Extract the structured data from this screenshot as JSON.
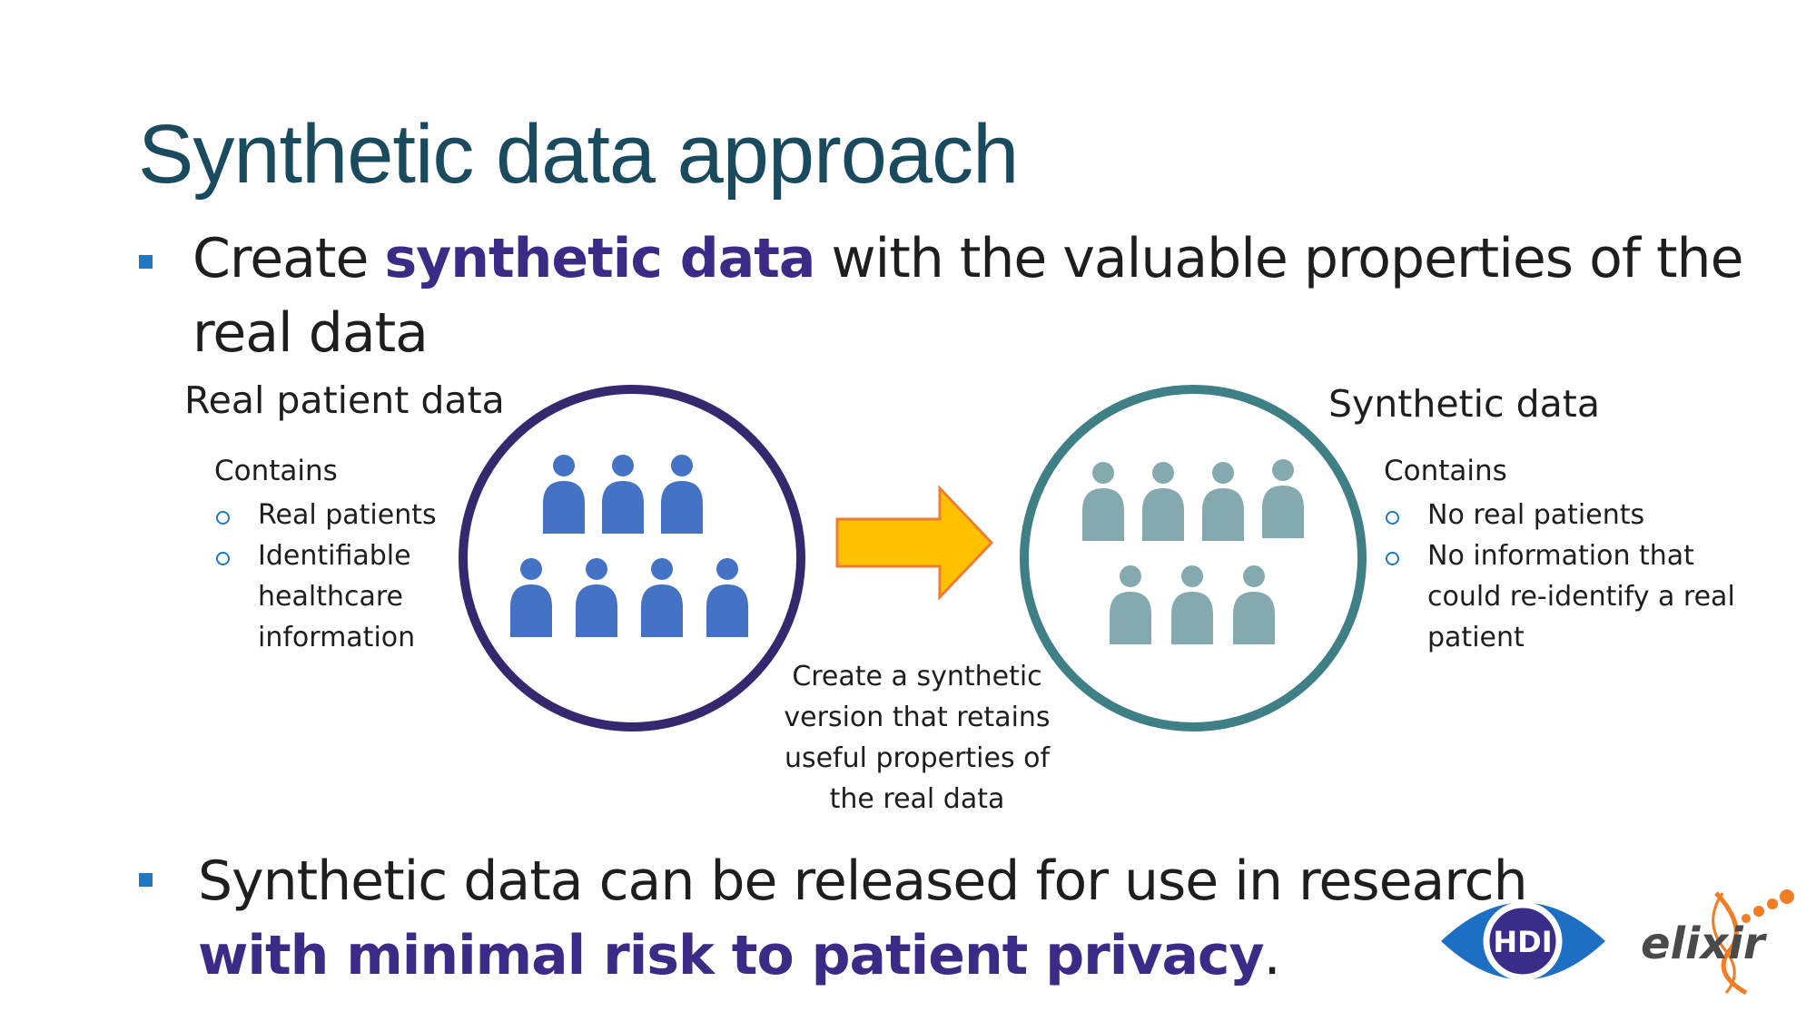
{
  "slide": {
    "title": "Synthetic data approach",
    "bullet1": {
      "prefix": "Create ",
      "highlight": "synthetic data",
      "suffix": " with the valuable properties of the real data"
    },
    "bullet2": {
      "prefix": "Synthetic data can be released for use in research ",
      "highlight": "with minimal risk to patient privacy",
      "suffix": "."
    }
  },
  "real": {
    "label": "Real patient data",
    "contains_label": "Contains",
    "items": [
      "Real patients",
      "Identifiable healthcare information"
    ]
  },
  "synthetic": {
    "label": "Synthetic data",
    "contains_label": "Contains",
    "items": [
      "No real patients",
      "No information that could re-identify a real patient"
    ]
  },
  "arrow": {
    "caption": "Create a synthetic version that retains useful properties of the real data"
  },
  "logos": {
    "hdi_text": "HDI",
    "elixir_text": "elixir"
  },
  "colors": {
    "title": "#1a4a5e",
    "highlight": "#3b2a86",
    "bullet": "#1f78c1",
    "real_circle": "#35286e",
    "real_people": "#4472c4",
    "synthetic_circle": "#3f7f86",
    "synthetic_people": "#84aab0",
    "arrow_fill": "#ffc000",
    "arrow_stroke": "#ed7d31",
    "elixir_orange": "#f07c24",
    "hdi_blue": "#1d6fc4"
  },
  "icons": [
    "person-icon",
    "arrow-right-icon",
    "hdi-eye-logo",
    "elixir-logo"
  ]
}
